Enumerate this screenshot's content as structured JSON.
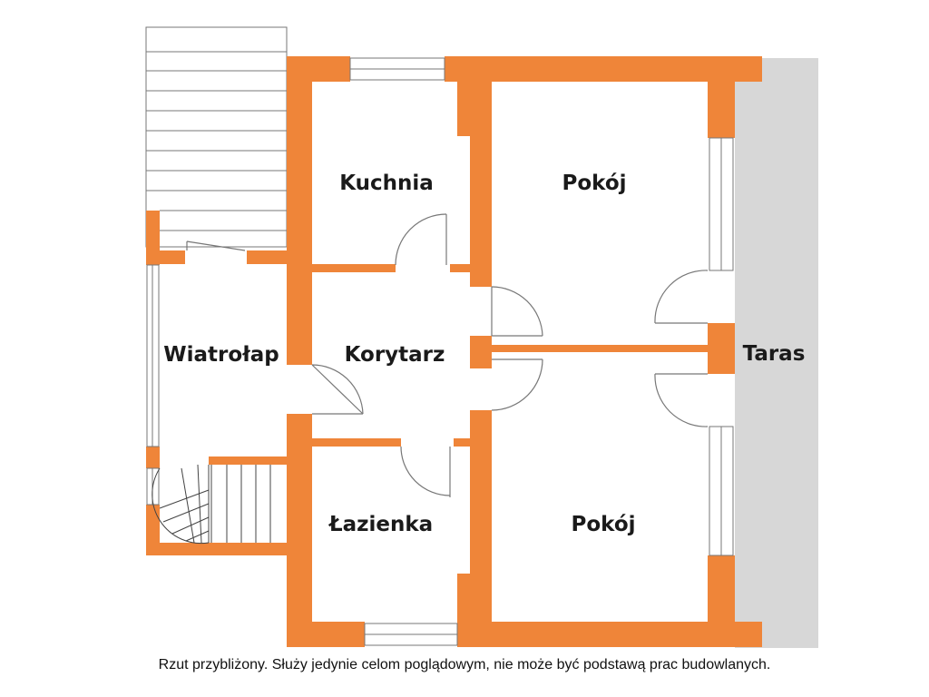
{
  "rooms": {
    "kuchnia": "Kuchnia",
    "pokoj_top": "Pokój",
    "wiatrolap": "Wiatrołap",
    "korytarz": "Korytarz",
    "taras": "Taras",
    "lazienka": "Łazienka",
    "pokoj_bottom": "Pokój"
  },
  "disclaimer": "Rzut przybliżony. Służy jedynie celom poglądowym, nie może być podstawą prac budowlanych.",
  "colors": {
    "wall": "#ef8539",
    "terrace": "#d7d7d7",
    "line": "#777777"
  }
}
